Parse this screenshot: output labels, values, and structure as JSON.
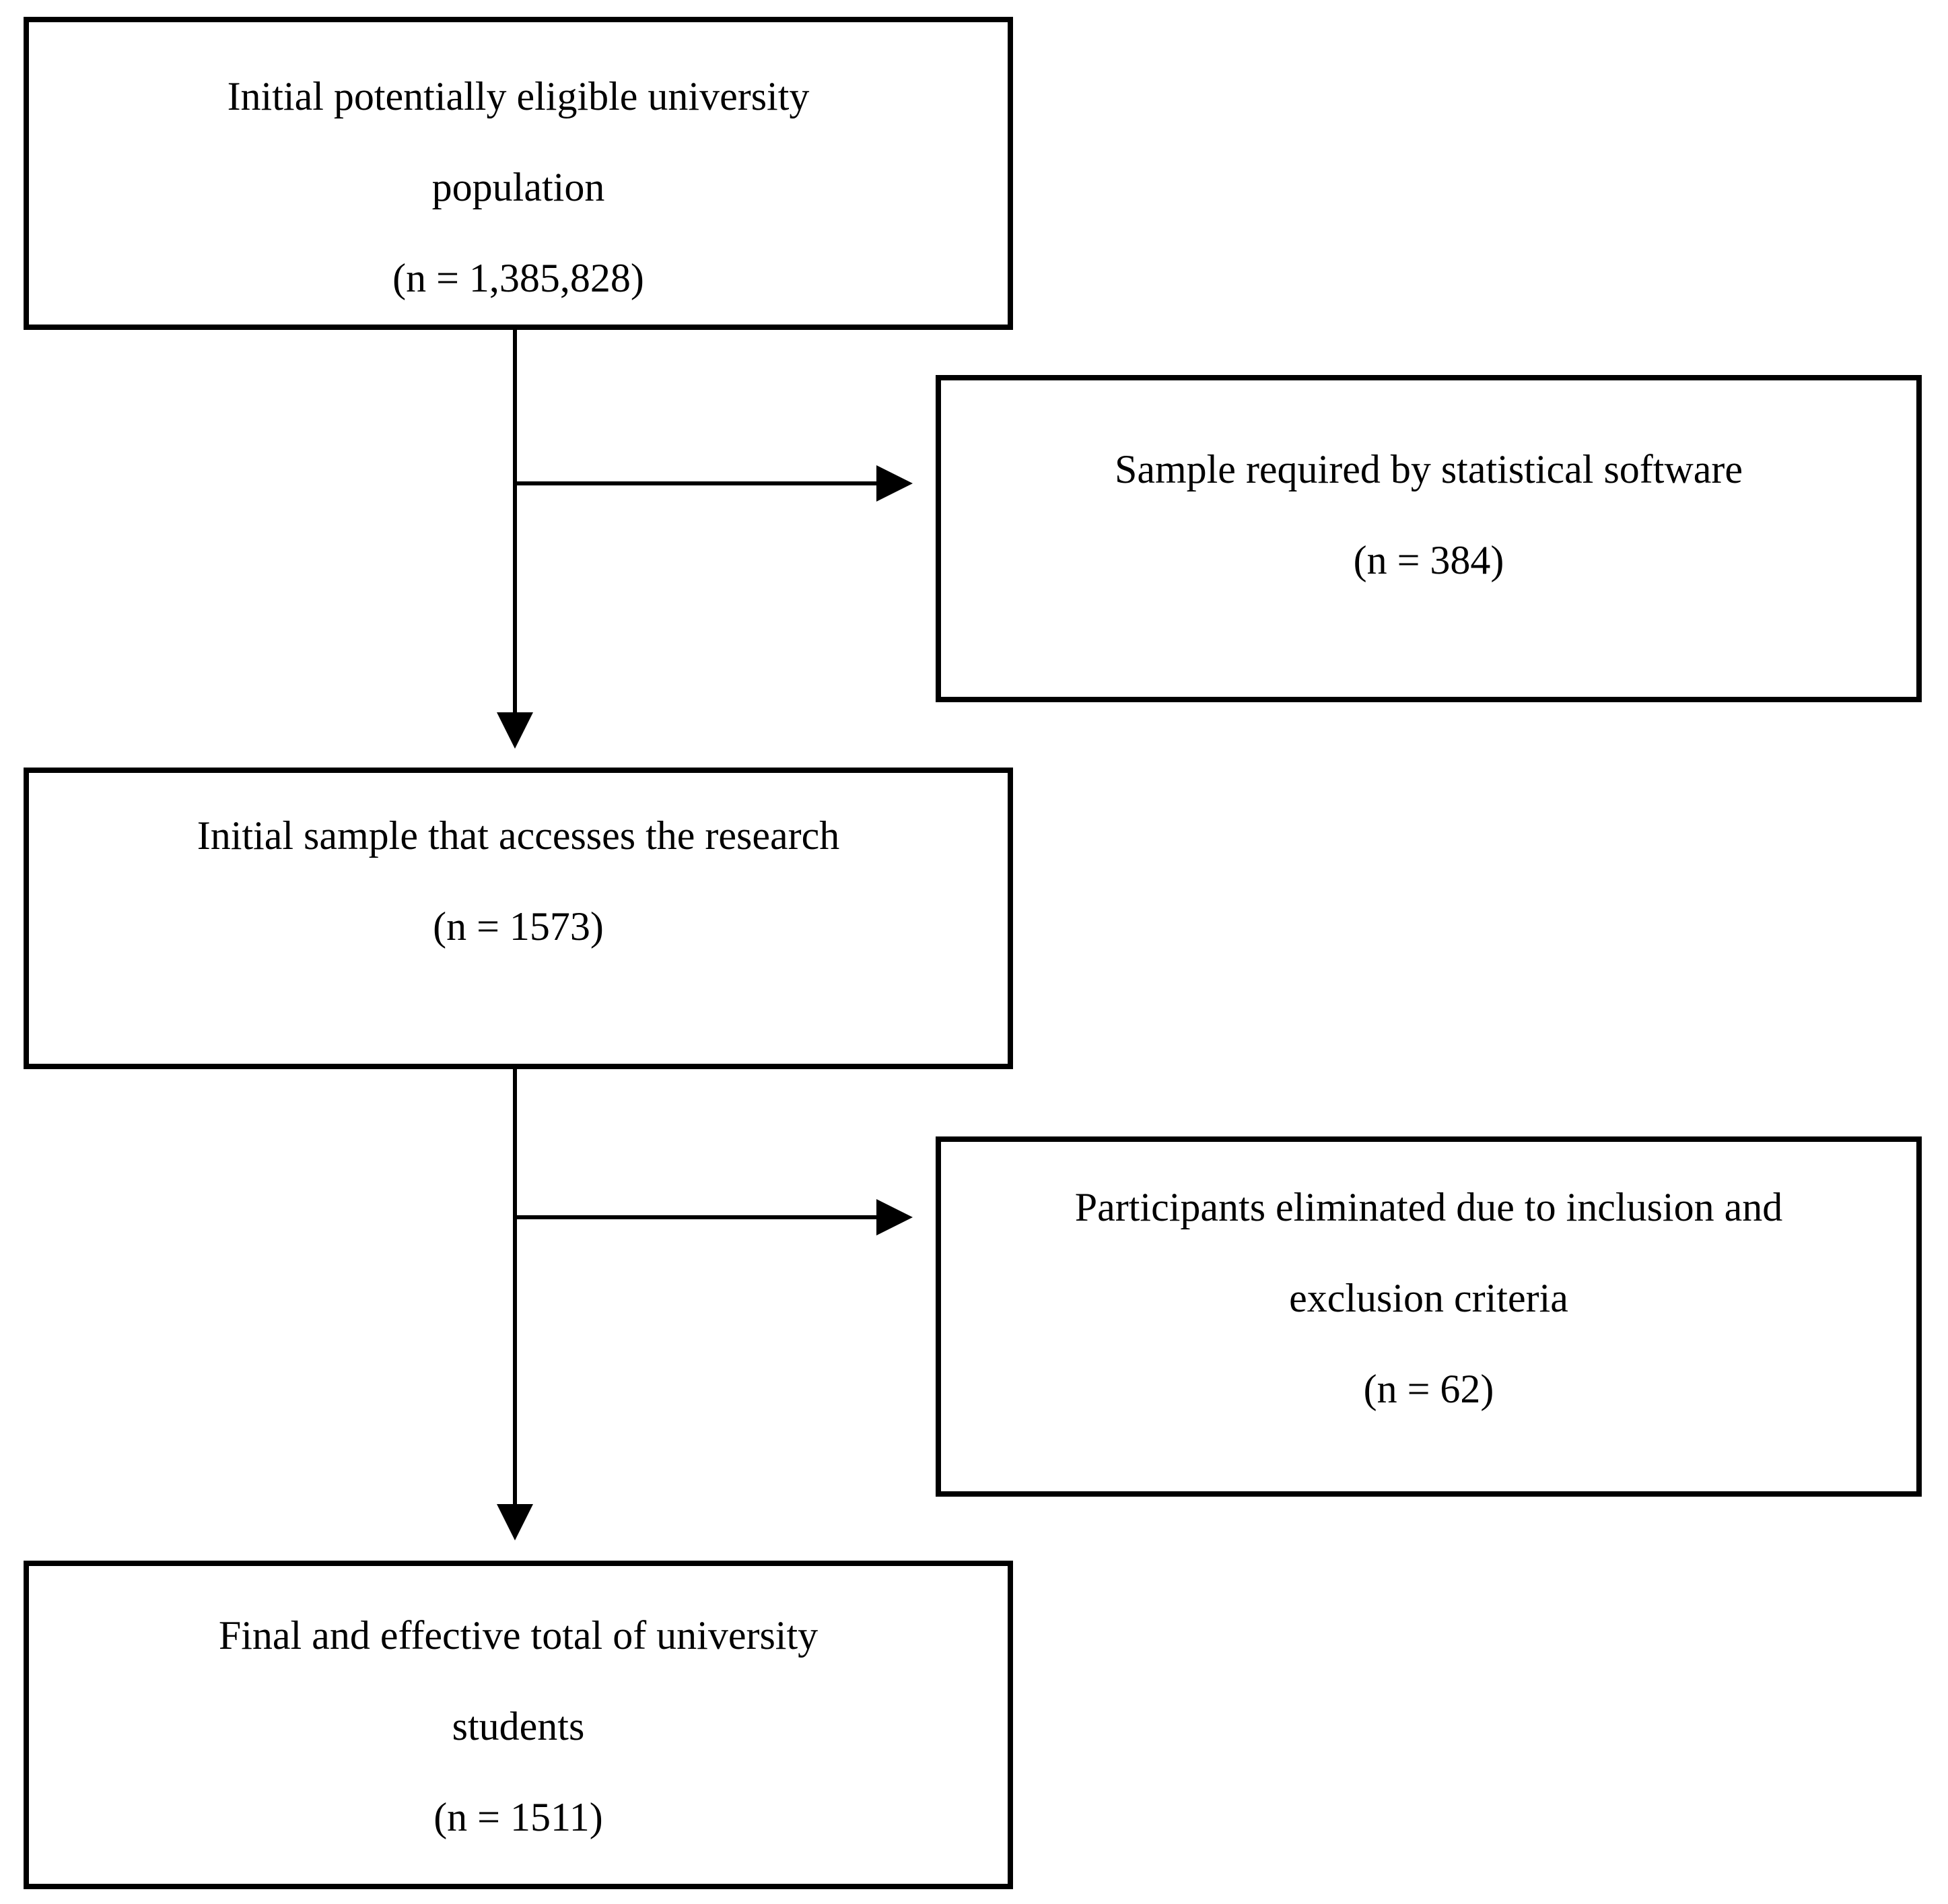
{
  "diagram": {
    "background_color": "#ffffff",
    "line_color": "#000000",
    "boxes": [
      {
        "name": "initial-population",
        "lines": [
          "Initial potentially eligible university",
          "population",
          "(n = 1,385,828)"
        ]
      },
      {
        "name": "sample-required",
        "lines": [
          "Sample required by statistical software",
          "(n = 384)"
        ]
      },
      {
        "name": "initial-sample",
        "lines": [
          "Initial sample that accesses the research",
          "(n = 1573)"
        ]
      },
      {
        "name": "participants-eliminated",
        "lines": [
          "Participants eliminated due to inclusion and",
          "exclusion criteria",
          "(n = 62)"
        ]
      },
      {
        "name": "final-total",
        "lines": [
          "Final and effective total of university",
          "students",
          "(n = 1511)"
        ]
      }
    ]
  }
}
